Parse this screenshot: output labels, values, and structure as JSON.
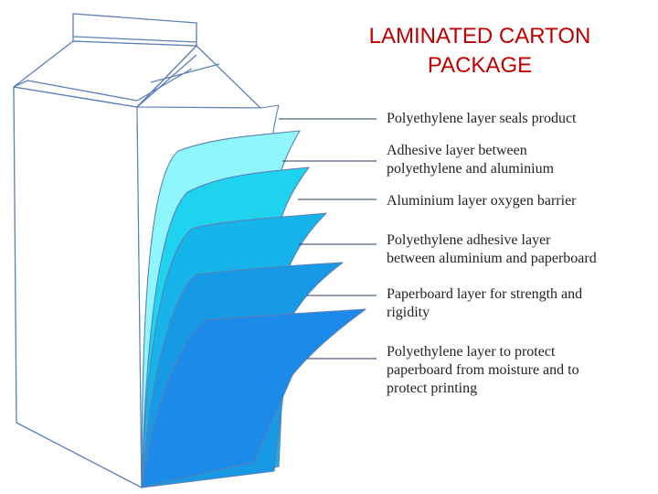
{
  "title_lines": [
    "LAMINATED CARTON",
    "PACKAGE"
  ],
  "colors": {
    "title": "#c00000",
    "outline": "#5b7fb8",
    "leader": "#1f3a66",
    "layers": [
      "#ffffff",
      "#8ff6fb",
      "#1fd2ee",
      "#16b4ea",
      "#169ae6",
      "#1c8ae8"
    ]
  },
  "layers": [
    {
      "label_lines": [
        "Polyethylene layer seals product"
      ]
    },
    {
      "label_lines": [
        "Adhesive layer between",
        "polyethylene and aluminium"
      ]
    },
    {
      "label_lines": [
        "Aluminium layer oxygen barrier"
      ]
    },
    {
      "label_lines": [
        "Polyethylene adhesive layer",
        "between aluminium and paperboard"
      ]
    },
    {
      "label_lines": [
        "Paperboard layer for strength and",
        "rigidity"
      ]
    },
    {
      "label_lines": [
        "Polyethylene layer to protect",
        "paperboard from moisture and to",
        "protect printing"
      ]
    }
  ]
}
